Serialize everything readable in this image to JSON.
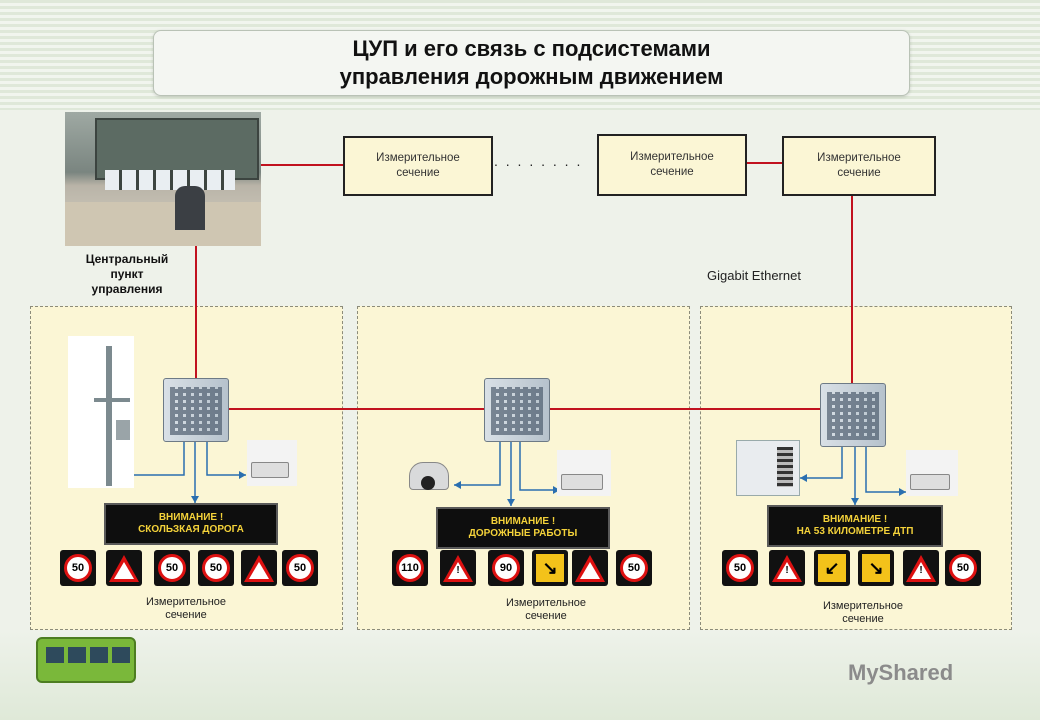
{
  "title": {
    "line1": "ЦУП и его связь с подсистемами",
    "line2": "управления дорожным движением"
  },
  "central": {
    "label_line1": "Центральный",
    "label_line2": "пункт",
    "label_line3": "управления"
  },
  "top_sections": [
    {
      "line1": "Измерительное",
      "line2": "сечение"
    },
    {
      "line1": "Измерительное",
      "line2": "сечение"
    },
    {
      "line1": "Измерительное",
      "line2": "сечение"
    }
  ],
  "dots": ". . . . . . . .",
  "network_label": "Gigabit Ethernet",
  "panels": [
    {
      "message_line1": "ВНИМАНИЕ !",
      "message_line2": "СКОЛЬЗКАЯ ДОРОГА",
      "signs": [
        "50",
        "warning",
        "50",
        "50",
        "warning",
        "50"
      ],
      "caption_line1": "Измерительное",
      "caption_line2": "сечение"
    },
    {
      "message_line1": "ВНИМАНИЕ !",
      "message_line2": "ДОРОЖНЫЕ РАБОТЫ",
      "signs": [
        "110",
        "!",
        "90",
        "↘",
        "warning",
        "50"
      ],
      "caption_line1": "Измерительное",
      "caption_line2": "сечение"
    },
    {
      "message_line1": "ВНИМАНИЕ !",
      "message_line2": "НА 53 КИЛОМЕТРЕ ДТП",
      "signs": [
        "50",
        "!",
        "↙",
        "↘",
        "!",
        "50"
      ],
      "caption_line1": "Измерительное",
      "caption_line2": "сечение"
    }
  ],
  "colors": {
    "link_red": "#c1121f",
    "link_blue": "#2a6fb0",
    "panel_bg": "#fbf6d5",
    "sign_text": "#f4d23a"
  },
  "watermark": "MyShared"
}
